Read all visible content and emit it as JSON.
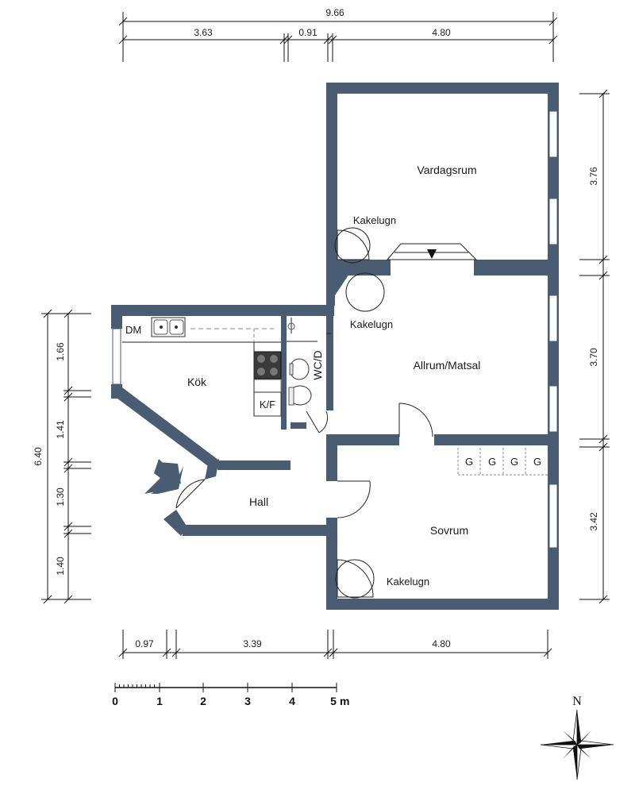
{
  "dimensions": {
    "top_total": "9.66",
    "top_segments": [
      "3.63",
      "0.91",
      "4.80"
    ],
    "bottom_segments": [
      "0.97",
      "3.39",
      "4.80"
    ],
    "left_total": "6.40",
    "left_segments": [
      "1.66",
      "1.41",
      "1.30",
      "1.40"
    ],
    "right_segments": [
      "3.76",
      "3.70",
      "3.42"
    ]
  },
  "rooms": {
    "vardagsrum": "Vardagsrum",
    "allrum": "Allrum/Matsal",
    "kok": "Kök",
    "hall": "Hall",
    "sovrum": "Sovrum",
    "wc": "WC/D"
  },
  "fixtures": {
    "kakelugn": "Kakelugn",
    "dm": "DM",
    "kf": "K/F",
    "wardrobe": "G"
  },
  "scale": {
    "ticks": [
      "0",
      "1",
      "2",
      "3",
      "4",
      "5"
    ],
    "unit": "m"
  },
  "compass": {
    "north": "N"
  },
  "colors": {
    "wall": "#4a5c72"
  }
}
